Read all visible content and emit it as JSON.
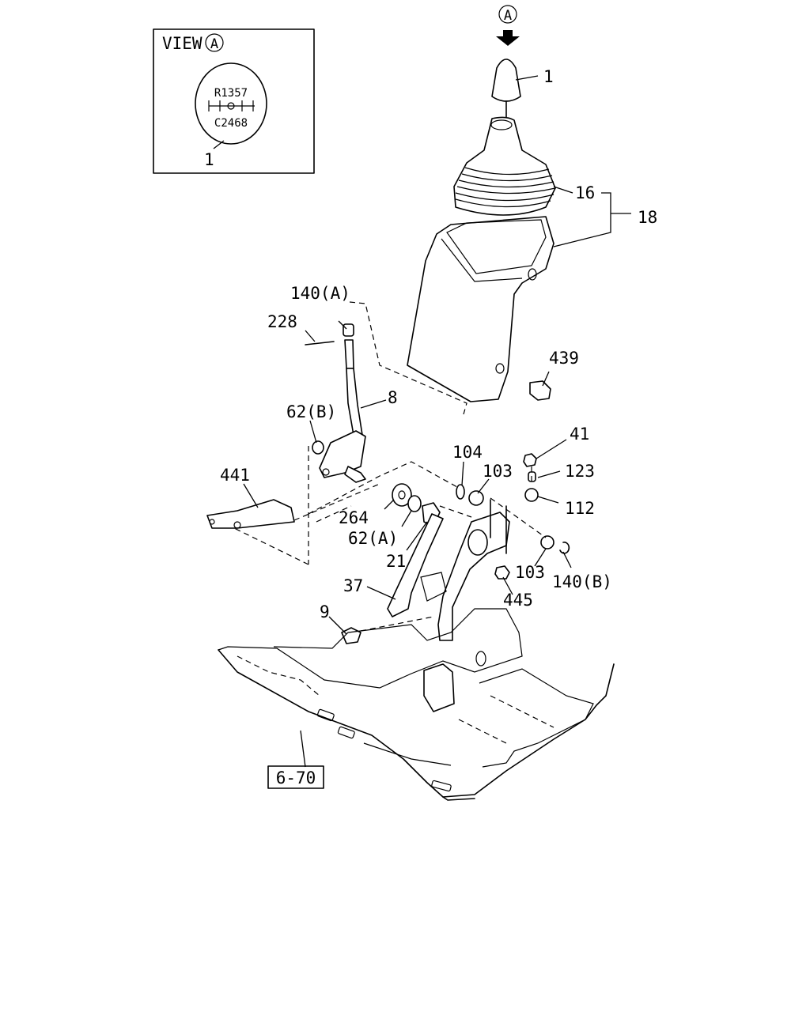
{
  "view_box": {
    "title": "VIEW",
    "circle_letter": "A",
    "shift_row_top": "R1357",
    "shift_row_bottom": "C2468",
    "part_label": "1"
  },
  "view_marker": "A",
  "parts": {
    "p1": "1",
    "p16": "16",
    "p18": "18",
    "p140a": "140(A)",
    "p228": "228",
    "p439": "439",
    "p8": "8",
    "p62b": "62(B)",
    "p41": "41",
    "p104": "104",
    "p103a": "103",
    "p123": "123",
    "p441": "441",
    "p112": "112",
    "p264": "264",
    "p62a": "62(A)",
    "p21": "21",
    "p103b": "103",
    "p140b": "140(B)",
    "p37": "37",
    "p445": "445",
    "p9": "9"
  },
  "reference": "6-70"
}
